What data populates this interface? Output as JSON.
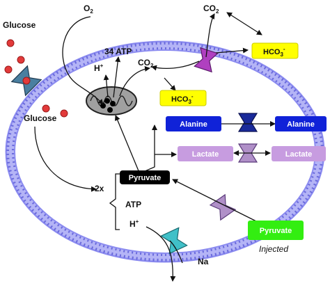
{
  "labels": {
    "glucose_outside": "Glucose",
    "glucose_inside": "Glucose",
    "o2": "O",
    "o2_sub": "2",
    "atp34": "34 ATP",
    "h_plus_top": "H",
    "h_plus_top_sup": "+",
    "co2_inner": "CO",
    "co2_inner_sub": "2",
    "co2_top": "CO",
    "co2_top_sub": "2",
    "two_x": "2x",
    "atp_lower": "ATP",
    "h_plus_bottom": "H",
    "h_plus_bottom_sup": "+",
    "na": "Na",
    "injected": "Injected"
  },
  "boxes": {
    "hco3_outer": {
      "text": "HCO",
      "sub": "3",
      "sup": "-",
      "color": "#ffff00",
      "text_color": "#111111"
    },
    "hco3_inner": {
      "text": "HCO",
      "sub": "3",
      "sup": "-",
      "color": "#ffff00",
      "text_color": "#111111"
    },
    "alanine_inner": {
      "text": "Alanine",
      "color": "#1022d8",
      "text_color": "#ffffff"
    },
    "alanine_outer": {
      "text": "Alanine",
      "color": "#1022d8",
      "text_color": "#ffffff"
    },
    "lactate_inner": {
      "text": "Lactate",
      "color": "#c79ce0",
      "text_color": "#ffffff"
    },
    "lactate_outer": {
      "text": "Lactate",
      "color": "#c79ce0",
      "text_color": "#ffffff"
    },
    "pyruvate_inner": {
      "text": "Pyruvate",
      "color": "#000000",
      "text_color": "#ffffff"
    },
    "pyruvate_injected": {
      "text": "Pyruvate",
      "color": "#33ee11",
      "text_color": "#ffffff"
    }
  },
  "colors": {
    "membrane": "#8c8cf0",
    "membrane_dark": "#6a6adc",
    "glucose_dot": "#e23a3a",
    "mito_fill": "#a0a0a0",
    "transporter_glucose": "#4a7fa0",
    "transporter_co2": "#b040c0",
    "transporter_alanine": "#1a2a9a",
    "transporter_lactate": "#b090c8",
    "transporter_pyruvate": "#b090c8",
    "transporter_na": "#40c0c8"
  }
}
